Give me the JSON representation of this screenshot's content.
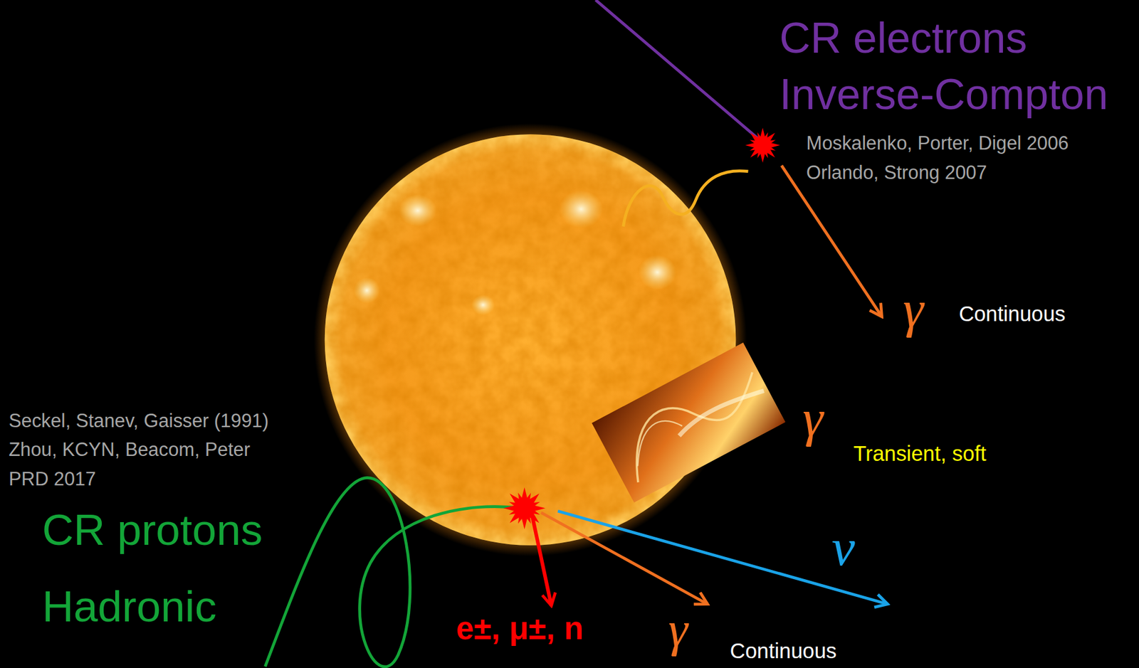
{
  "diagram": {
    "labels": [
      "CR electrons",
      "Inverse-Compton",
      "Moskalenko, Porter, Digel 2006",
      "Orlando, Strong 2007",
      "γ",
      "Continuous",
      "γ",
      "Transient, soft",
      "Seckel, Stanev, Gaisser (1991)",
      "Zhou, KCYN, Beacom, Peter",
      "PRD 2017",
      "ν",
      "CR protons",
      "Hadronic",
      "e±, μ±, n",
      "γ",
      "Continuous"
    ]
  }
}
